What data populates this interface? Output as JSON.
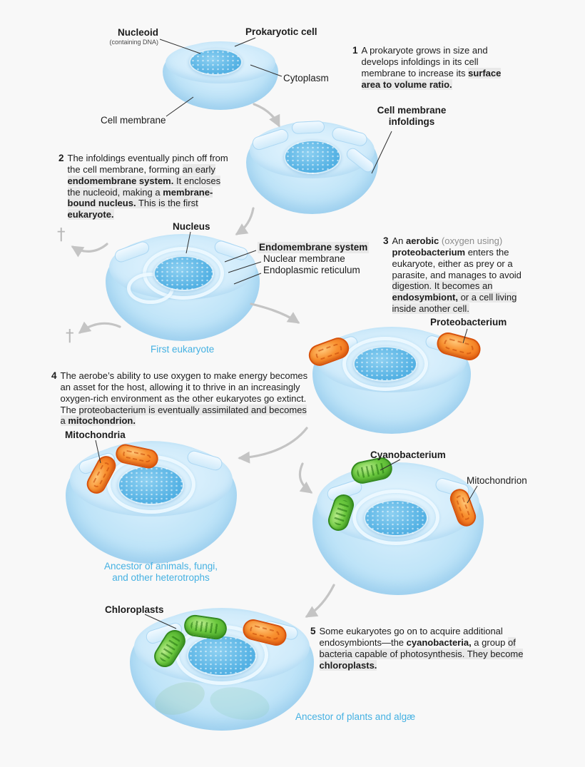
{
  "colors": {
    "bg": "#f8f8f8",
    "ink": "#1c1c1c",
    "blue_label": "#45b1e2",
    "arrow": "#c4c4c4",
    "hl": "#e9e9e9",
    "cell_light": "#dbf0fc",
    "cell_mid": "#bfe4f8",
    "cell_deep": "#9cd2f0",
    "nucleus_light": "#8ed0f1",
    "nucleus_dark": "#55b2e4",
    "orange_fill": "#f8902f",
    "orange_deep": "#ee5f10",
    "orange_border": "#d8520a",
    "green_fill": "#6cc93f",
    "green_deep": "#3f9f25",
    "green_border": "#338a1d"
  },
  "labels": {
    "nucleoid": "Nucleoid",
    "nucleoid_detail": "(containing DNA)",
    "prokaryotic_cell": "Prokaryotic cell",
    "cytoplasm": "Cytoplasm",
    "cell_membrane": "Cell membrane",
    "cell_membrane_infoldings": "Cell membrane\ninfoldings",
    "nucleus": "Nucleus",
    "endomembrane_system": "Endomembrane system",
    "nuclear_membrane": "Nuclear membrane",
    "endoplasmic_reticulum": "Endoplasmic reticulum",
    "first_eukaryote": "First eukaryote",
    "proteobacterium": "Proteobacterium",
    "mitochondria": "Mitochondria",
    "cyanobacterium": "Cyanobacterium",
    "mitochondrion": "Mitochondrion",
    "chloroplasts": "Chloroplasts",
    "ancestor_heterotrophs": "Ancestor of animals, fungi,\nand other heterotrophs",
    "ancestor_plants": "Ancestor of plants and algæ",
    "extinct_marker": "†"
  },
  "steps": [
    {
      "number": "1",
      "segments": [
        {
          "t": "A prokaryote grows in size and develops infoldings in its cell membrane to increase its "
        },
        {
          "t": "surface area to volume ratio.",
          "b": true,
          "hl": true
        }
      ]
    },
    {
      "number": "2",
      "segments": [
        {
          "t": "The infoldings eventually pinch off from the cell membrane, forming "
        },
        {
          "t": "an early ",
          "hl": true
        },
        {
          "t": "endomembrane system.",
          "b": true,
          "hl": true
        },
        {
          "t": " It encloses the nucleoid, making a ",
          "hl": true
        },
        {
          "t": "membrane-bound nucleus.",
          "b": true,
          "hl": true
        },
        {
          "t": " This is the first ",
          "hl": true
        },
        {
          "t": "eukaryote.",
          "b": true,
          "hl": true
        }
      ]
    },
    {
      "number": "3",
      "segments": [
        {
          "t": "An "
        },
        {
          "t": "aerobic",
          "b": true
        },
        {
          "t": " (oxygen using)",
          "m": true
        },
        {
          "t": " "
        },
        {
          "t": "proteobacterium",
          "b": true
        },
        {
          "t": " enters the eukaryote, either as prey or a parasite, and manages to avoid "
        },
        {
          "t": "digestion. It becomes an ",
          "hl": true
        },
        {
          "t": "endosymbiont,",
          "b": true,
          "hl": true
        },
        {
          "t": " or a cell living inside another cell.",
          "hl": true
        }
      ]
    },
    {
      "number": "4",
      "segments": [
        {
          "t": "The aerobe’s ability to use oxygen to make energy becomes an asset for the host, allowing it to thrive in an increasingly oxygen-rich environment as the other eukaryotes go extinct. The "
        },
        {
          "t": "proteobacterium is eventually assimilated and becomes a ",
          "hl": true
        },
        {
          "t": "mitochondrion.",
          "b": true,
          "hl": true
        }
      ]
    },
    {
      "number": "5",
      "segments": [
        {
          "t": "Some eukaryotes go on to acquire additional endosymbionts—the "
        },
        {
          "t": "cyanobacteria,",
          "b": true
        },
        {
          "t": " a group "
        },
        {
          "t": "of bacteria capable of photosynthesis. They become ",
          "hl": true
        },
        {
          "t": "chloroplasts.",
          "b": true,
          "hl": true
        }
      ]
    }
  ]
}
